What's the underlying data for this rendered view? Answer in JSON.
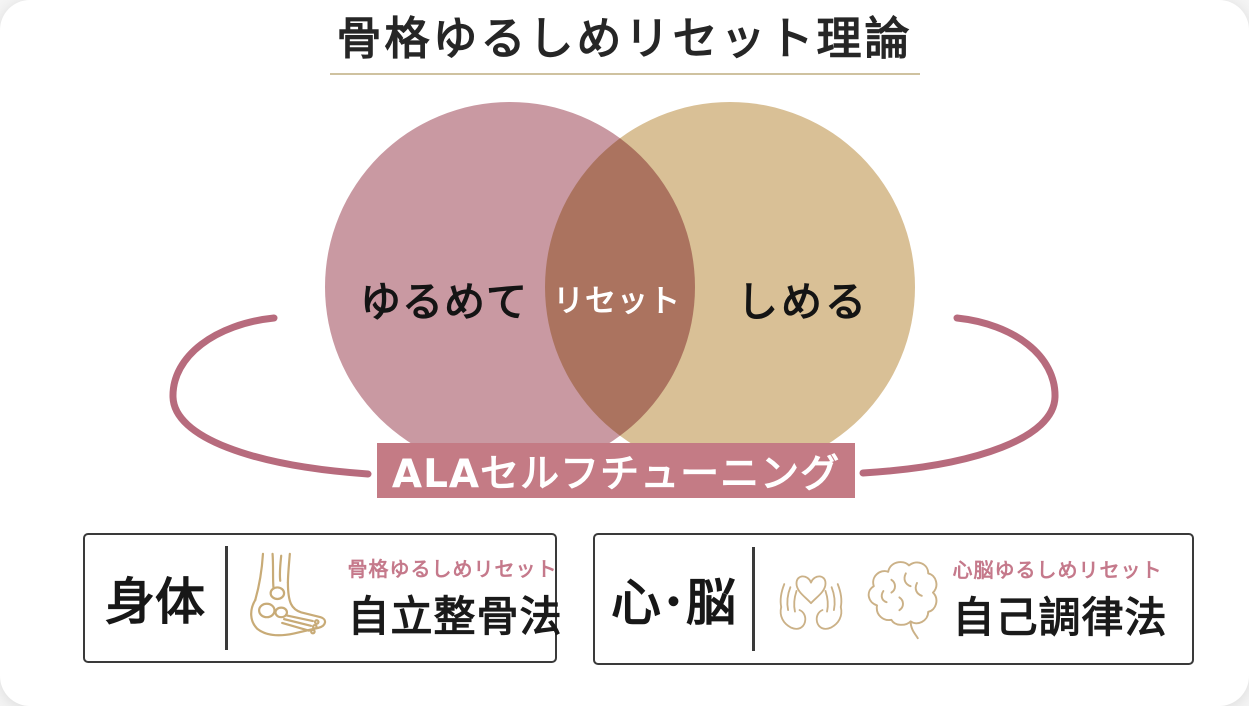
{
  "page": {
    "title": "骨格ゆるしめリセット理論"
  },
  "venn": {
    "left_label": "ゆるめて",
    "overlap_label": "リセット",
    "right_label": "しめる",
    "left_color": "#c999a2",
    "right_color": "#d9c096",
    "overlap_color": "#ab7465"
  },
  "banner": {
    "label": "ALAセルフチューニング",
    "bg_color": "#c47b85"
  },
  "cards": [
    {
      "category": "身体",
      "icon": "foot-skeleton-icon",
      "subtitle": "骨格ゆるしめリセット",
      "method": "自立整骨法"
    },
    {
      "category": "心･脳",
      "icon": "hands-heart-brain-icon",
      "subtitle": "心脳ゆるしめリセット",
      "method": "自己調律法"
    }
  ],
  "colors": {
    "accent_pink": "#c5798b",
    "arc_pink": "#b76b7d",
    "underline_tan": "#cfc2a0",
    "icon_tan": "#c8ab77",
    "banner_rose": "#c47b85"
  }
}
